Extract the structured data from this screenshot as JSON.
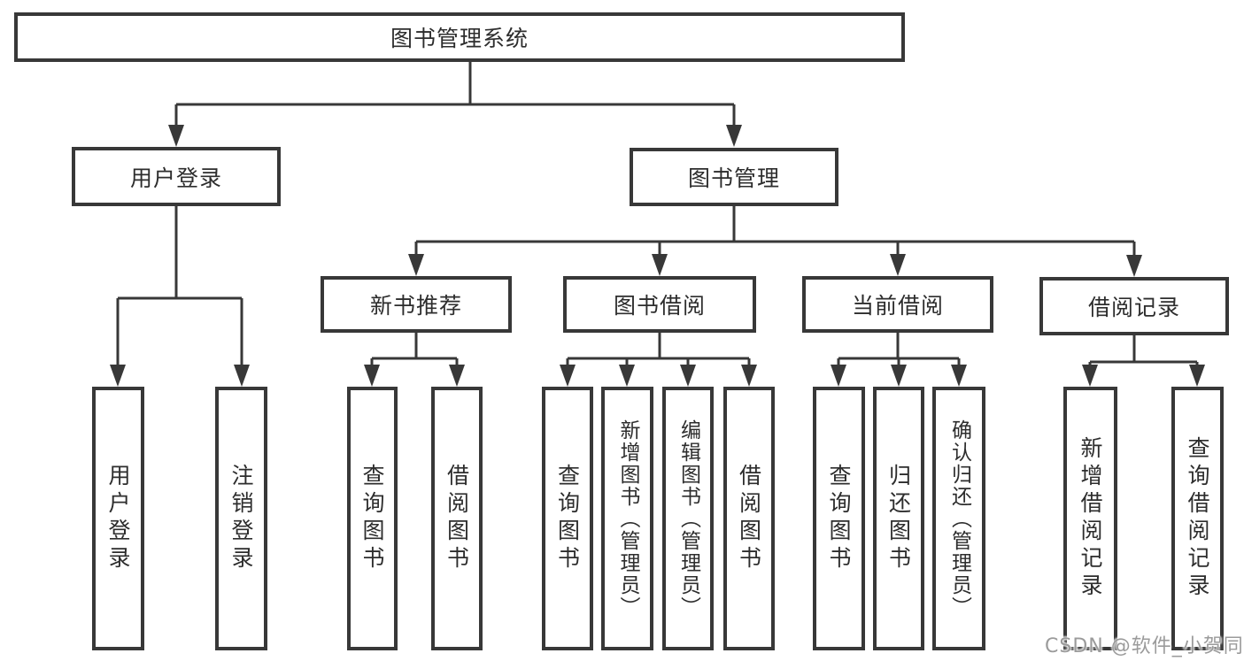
{
  "diagram": {
    "root": {
      "label": "图书管理系统"
    },
    "level2": [
      {
        "label": "用户登录"
      },
      {
        "label": "图书管理"
      }
    ],
    "level3": [
      {
        "label": "新书推荐"
      },
      {
        "label": "图书借阅"
      },
      {
        "label": "当前借阅"
      },
      {
        "label": "借阅记录"
      }
    ],
    "leaves": [
      {
        "label": "用户登录"
      },
      {
        "label": "注销登录"
      },
      {
        "label": "查询图书"
      },
      {
        "label": "借阅图书"
      },
      {
        "label": "查询图书"
      },
      {
        "label": "新增图书（管理员）"
      },
      {
        "label": "编辑图书（管理员）"
      },
      {
        "label": "借阅图书"
      },
      {
        "label": "查询图书"
      },
      {
        "label": "归还图书"
      },
      {
        "label": "确认归还（管理员）"
      },
      {
        "label": "新增借阅记录"
      },
      {
        "label": "查询借阅记录"
      }
    ]
  },
  "watermark": {
    "text": "CSDN @软件_小贺同学"
  },
  "colors": {
    "line": "#383838",
    "box_border": "#383838",
    "text": "#2d2d2d",
    "watermark": "#9b9b9b",
    "background": "#ffffff"
  }
}
